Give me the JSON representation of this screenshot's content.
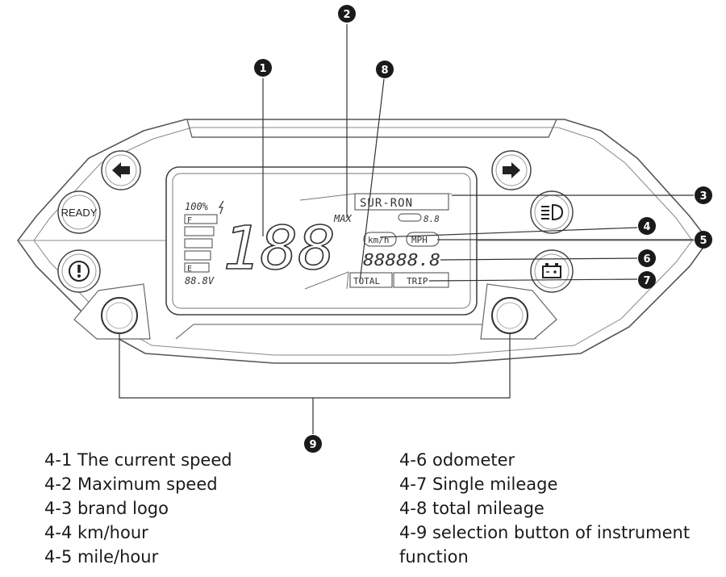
{
  "display": {
    "battery_percent": "100%",
    "fuel_full": "F",
    "fuel_empty": "E",
    "voltage": "88.8V",
    "speed_digits": "188",
    "max_label": "MAX",
    "brand": "SUR-RON",
    "small_readout": "8.8",
    "unit_kmh": "km/h",
    "unit_mph": "MPH",
    "odometer_digits": "88888.8",
    "total_label": "TOTAL",
    "trip_label": "TRIP"
  },
  "buttons": {
    "ready_label": "READY"
  },
  "icons": {
    "left_turn": "arrow-left-icon",
    "right_turn": "arrow-right-icon",
    "warning": "exclamation-icon",
    "headlight": "headlight-icon",
    "battery": "battery-icon"
  },
  "callouts": [
    "1",
    "2",
    "3",
    "4",
    "5",
    "6",
    "7",
    "8",
    "9"
  ],
  "legend_left": [
    "4-1 The current speed",
    "4-2 Maximum speed",
    "4-3 brand logo",
    "4-4 km/hour",
    "4-5 mile/hour"
  ],
  "legend_right": [
    "4-6 odometer",
    "4-7 Single mileage",
    "4-8 total mileage",
    "4-9 selection button of instrument function"
  ]
}
